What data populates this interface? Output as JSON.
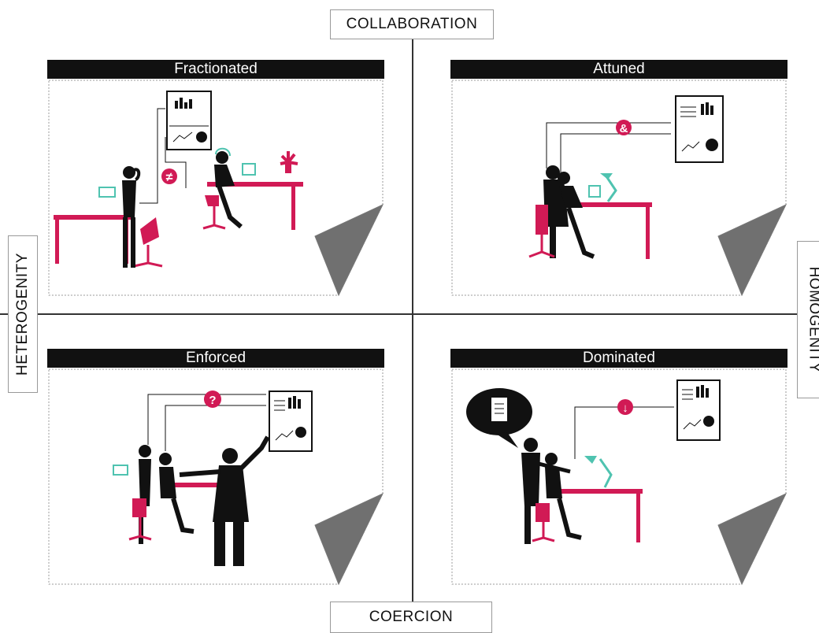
{
  "axes": {
    "top": "COLLABORATION",
    "bottom": "COERCION",
    "left": "HETEROGENITY",
    "right": "HOMOGENITY"
  },
  "quadrants": [
    {
      "title": "Fractionated",
      "symbol": "≠"
    },
    {
      "title": "Attuned",
      "symbol": "&"
    },
    {
      "title": "Enforced",
      "symbol": "?"
    },
    {
      "title": "Dominated",
      "symbol": "↓"
    }
  ],
  "colors": {
    "accent": "#d11a55",
    "teal": "#4fc3b0",
    "figure": "#111111",
    "fold": "#707070"
  }
}
